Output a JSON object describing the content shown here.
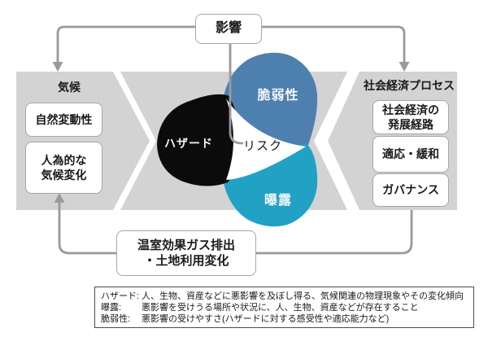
{
  "impact": {
    "label": "影響"
  },
  "climate": {
    "title": "気候",
    "natural_variability": "自然変動性",
    "anthropogenic_change": "人為的な\n気候変化"
  },
  "venn": {
    "hazard": "ハザード",
    "vulnerability": "脆弱性",
    "exposure": "曝露",
    "risk": "リスク"
  },
  "socioeconomic": {
    "title": "社会経済プロセス",
    "development_pathways": "社会経済の\n発展経路",
    "adaptation_mitigation": "適応・緩和",
    "governance": "ガバナンス"
  },
  "emissions": {
    "label": "温室効果ガス排出\n・土地利用変化"
  },
  "legend": {
    "rows": [
      {
        "term": "ハザード:",
        "desc": "人、生物、資産などに悪影響を及ぼし得る、気候関連の物理現象やその変化傾向"
      },
      {
        "term": "曝露:",
        "desc": "悪影響を受けうる場所や状況に、人、生物、資産などが存在すること"
      },
      {
        "term": "脆弱性:",
        "desc": "悪影響の受けやすさ(ハザードに対する感受性や適応能力など)"
      }
    ]
  },
  "colors": {
    "band": "#d3d3d4",
    "hazard": "#0b0b0c",
    "vulnerability": "#4d80ae",
    "exposure": "#21a2c4",
    "line": "#9a9a9c",
    "risk_center": "#ffffff"
  }
}
